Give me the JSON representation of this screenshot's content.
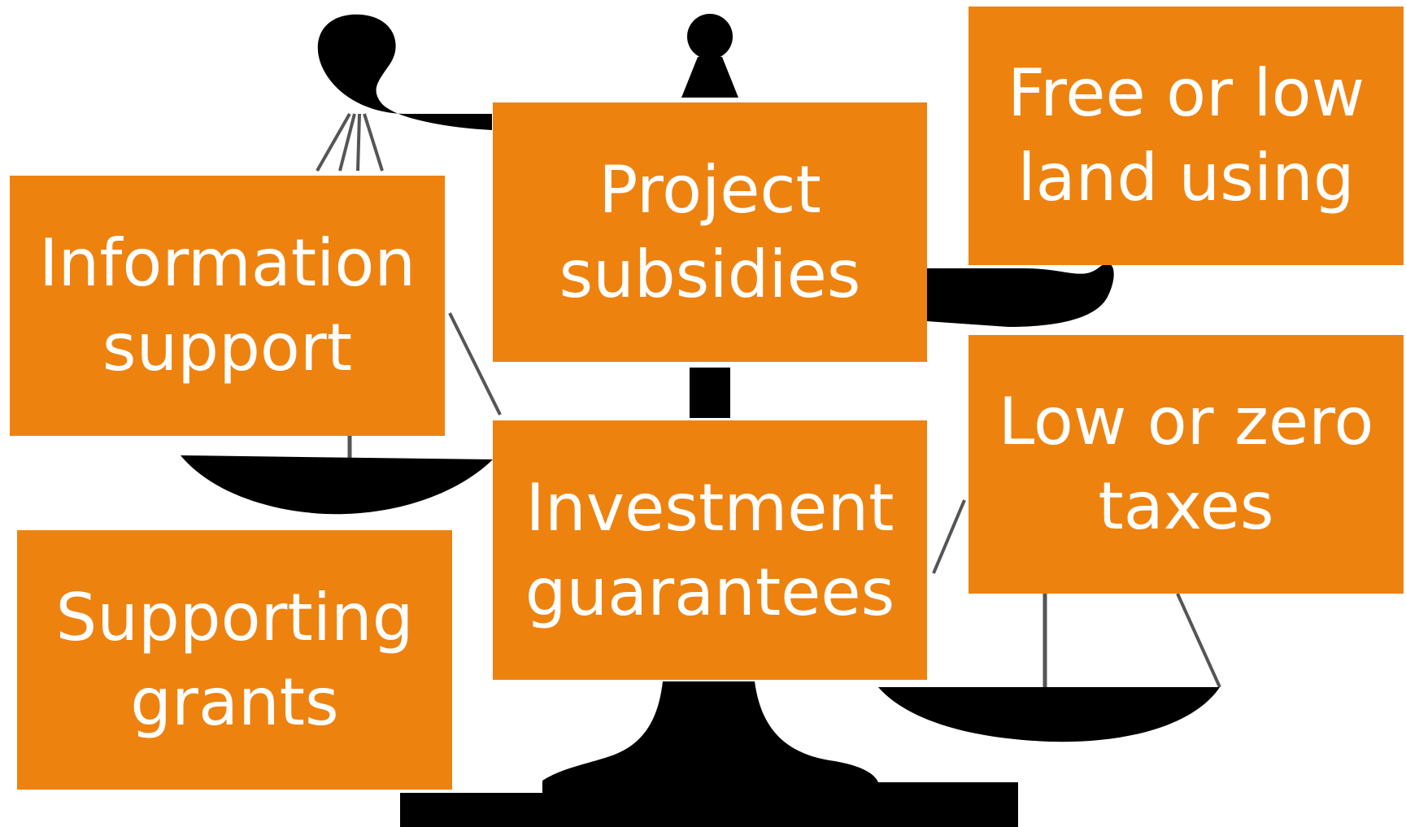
{
  "colors": {
    "box_fill": "#EE820F",
    "box_text": "#FFFFFF",
    "scale": "#000000"
  },
  "background_icon": "balance-scale-icon",
  "boxes": {
    "information_support": {
      "lines": [
        "Information",
        "support"
      ]
    },
    "project_subsidies": {
      "lines": [
        "Project",
        "subsidies"
      ]
    },
    "free_land": {
      "lines": [
        "Free or low",
        "land using"
      ]
    },
    "investment_guarantees": {
      "lines": [
        "Investment",
        "guarantees"
      ]
    },
    "low_taxes": {
      "lines": [
        "Low or zero",
        "taxes"
      ]
    },
    "supporting_grants": {
      "lines": [
        "Supporting",
        "grants"
      ]
    }
  }
}
